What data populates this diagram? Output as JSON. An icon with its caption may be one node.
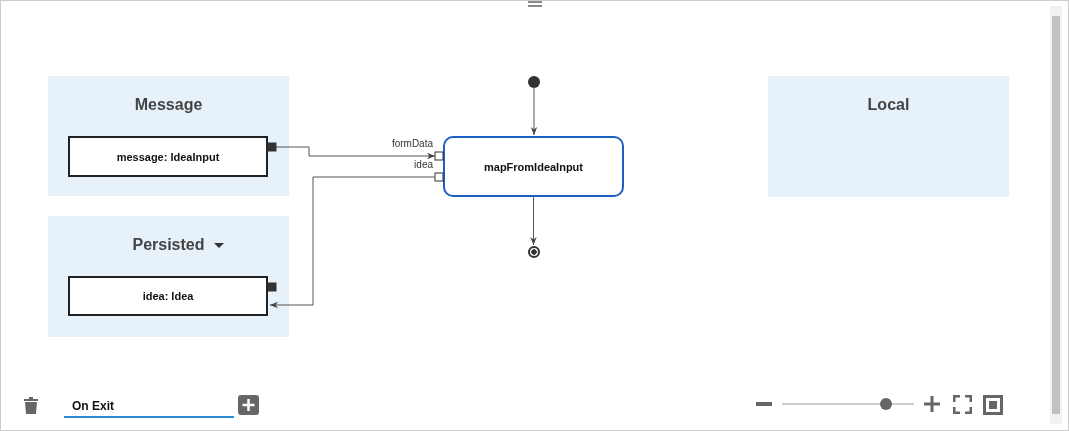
{
  "diagram": {
    "nodes": [
      {
        "text": [
          "Message"
        ]
      },
      {
        "text": [
          "message: IdeaInput"
        ],
        "in": 0
      },
      {
        "text": [
          "Persisted"
        ]
      },
      {
        "text": [
          "idea: Idea"
        ],
        "in": 2
      },
      {
        "text": [
          "Local"
        ]
      },
      {
        "text": [
          "mapFromIdeaInput"
        ]
      },
      {
        "text": [],
        "shape": "circle"
      },
      {
        "text": [],
        "shape": "circle"
      }
    ],
    "edges": [
      {
        "from": 1,
        "to": 5,
        "arrow": "to",
        "label": "formData"
      },
      {
        "from": 5,
        "to": 3,
        "arrow": "to",
        "label": "idea"
      },
      {
        "from": 6,
        "to": 5,
        "arrow": "to"
      },
      {
        "from": 5,
        "to": 7,
        "arrow": "to"
      }
    ],
    "labels": [
      "On Exit"
    ]
  }
}
